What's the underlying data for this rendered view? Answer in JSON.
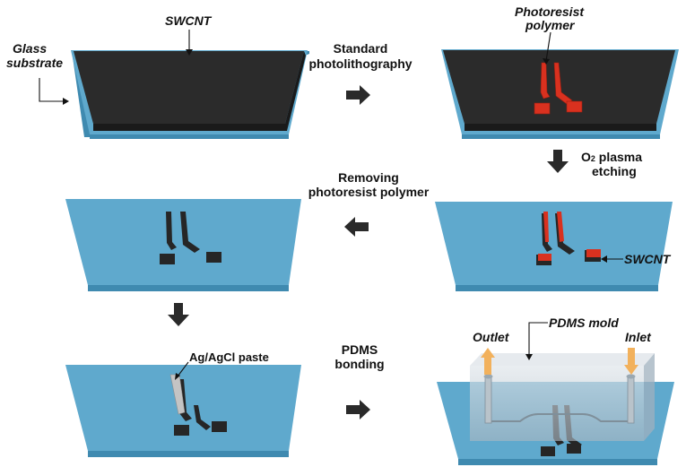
{
  "labels": {
    "swcnt_top": "SWCNT",
    "glass_line1": "Glass",
    "glass_line2": "substrate",
    "step_photolith_line1": "Standard",
    "step_photolith_line2": "photolithography",
    "photoresist_line1": "Photoresist",
    "photoresist_line2": "polymer",
    "o2_prefix": "O",
    "o2_subscript": "2",
    "o2_suffix": " plasma",
    "o2_line2": "etching",
    "removing_line1": "Removing",
    "removing_line2": "photoresist polymer",
    "swcnt_mid": "SWCNT",
    "agagcl": "Ag/AgCl paste",
    "pdms_line1": "PDMS",
    "pdms_line2": "bonding",
    "outlet": "Outlet",
    "pdms_mold": "PDMS mold",
    "inlet": "Inlet"
  },
  "colors": {
    "glass_top": "#5fa9cd",
    "glass_side": "#3f8ab0",
    "swcnt_film": "#2b2b2b",
    "photoresist": "#d9311f",
    "electrode": "#262626",
    "agagcl_paste": "#c4c4c4",
    "pdms": "#c9d3db",
    "flow_arrow": "#f2b15c",
    "process_arrow": "#2a2a2a"
  }
}
